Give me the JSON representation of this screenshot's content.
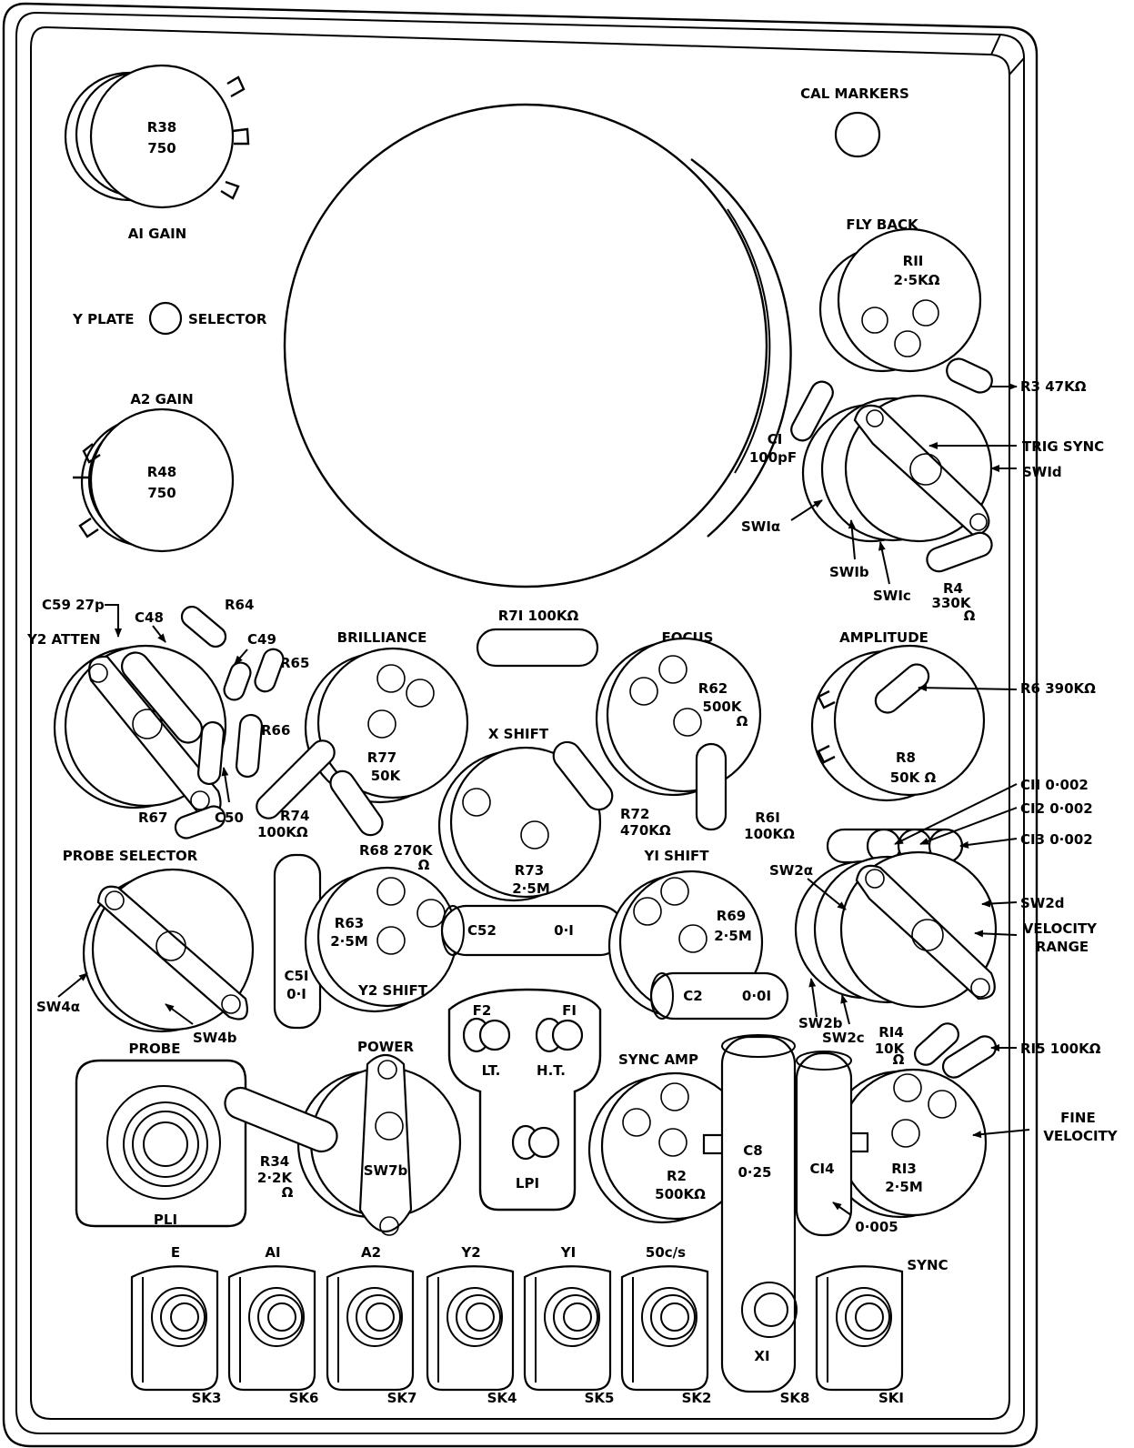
{
  "labels": {
    "r38": "R38",
    "r38_val": "750",
    "a1_gain": "AI GAIN",
    "y_plate": "Y PLATE",
    "selector": "SELECTOR",
    "a2_gain": "A2 GAIN",
    "r48": "R48",
    "r48_val": "750",
    "cal_markers": "CAL MARKERS",
    "fly_back": "FLY BACK",
    "r11": "RII",
    "r11_val": "2·5KΩ",
    "r3": "R3 47KΩ",
    "c1": "CI",
    "c1_val": "100pF",
    "trig_sync": "TRIG SYNC",
    "sw1d": "SWId",
    "sw1a": "SWIα",
    "sw1b": "SWIb",
    "sw1c": "SWIc",
    "r4": "R4",
    "r4_val": "330K",
    "ohm": "Ω",
    "c59": "C59 27p",
    "r64": "R64",
    "y2_atten": "Y2 ATTEN",
    "c48": "C48",
    "c49": "C49",
    "r65": "R65",
    "r66": "R66",
    "r67": "R67",
    "c50": "C50",
    "r74": "R74",
    "r74_val": "100KΩ",
    "brilliance": "BRILLIANCE",
    "r77": "R77",
    "r77_val": "50K",
    "r71": "R7I 100KΩ",
    "focus": "FOCUS",
    "r62": "R62",
    "r62_val": "500K",
    "amplitude": "AMPLITUDE",
    "r6": "R6 390KΩ",
    "r8": "R8",
    "r8_val": "50K Ω",
    "x_shift": "X SHIFT",
    "r72": "R72",
    "r72_val": "470KΩ",
    "r61": "R6I",
    "r61_val": "100KΩ",
    "c11": "CII  0·002",
    "c12": "CI2  0·002",
    "c13": "CI3  0·002",
    "r68": "R68 270K",
    "r73": "R73",
    "r73_val": "2·5M",
    "y1_shift": "YI SHIFT",
    "r69": "R69",
    "r69_val": "2·5M",
    "probe_selector": "PROBE  SELECTOR",
    "c51": "C5I",
    "c51_val": "0·I",
    "r63": "R63",
    "r63_val": "2·5M",
    "y2_shift": "Y2 SHIFT",
    "c52": "C52",
    "c52_val": "0·I",
    "c2": "C2",
    "c2_val": "0·0I",
    "sw2a": "SW2α",
    "sw2d": "SW2d",
    "velocity_range": "VELOCITY RANGE",
    "sw4a": "SW4α",
    "sw4b": "SW4b",
    "probe": "PROBE",
    "power": "POWER",
    "f2": "F2",
    "f1": "FI",
    "lt": "LT.",
    "ht": "H.T.",
    "lp1": "LPI",
    "sync_amp": "SYNC AMP",
    "sw2b": "SW2b",
    "sw2c": "SW2c",
    "r14": "RI4",
    "r14_val": "10K",
    "r15": "RI5 100KΩ",
    "fine_velocity": "FINE VELOCITY",
    "r34": "R34",
    "r34_val": "2·2K",
    "sw7b": "SW7b",
    "pl1": "PLI",
    "r2": "R2",
    "r2_val": "500KΩ",
    "c8": "C8",
    "c8_val": "0·25",
    "c14": "CI4",
    "c14_val": "0·005",
    "r13": "RI3",
    "r13_val": "2·5M"
  },
  "sockets": [
    {
      "top": "E",
      "bottom": "SK3"
    },
    {
      "top": "AI",
      "bottom": "SK6"
    },
    {
      "top": "A2",
      "bottom": "SK7"
    },
    {
      "top": "Y2",
      "bottom": "SK4"
    },
    {
      "top": "YI",
      "bottom": "SK5"
    },
    {
      "top": "50c/s",
      "bottom": "SK2"
    },
    {
      "top": "XI",
      "bottom": "SK8"
    },
    {
      "top": "SYNC",
      "bottom": "SKI"
    }
  ]
}
